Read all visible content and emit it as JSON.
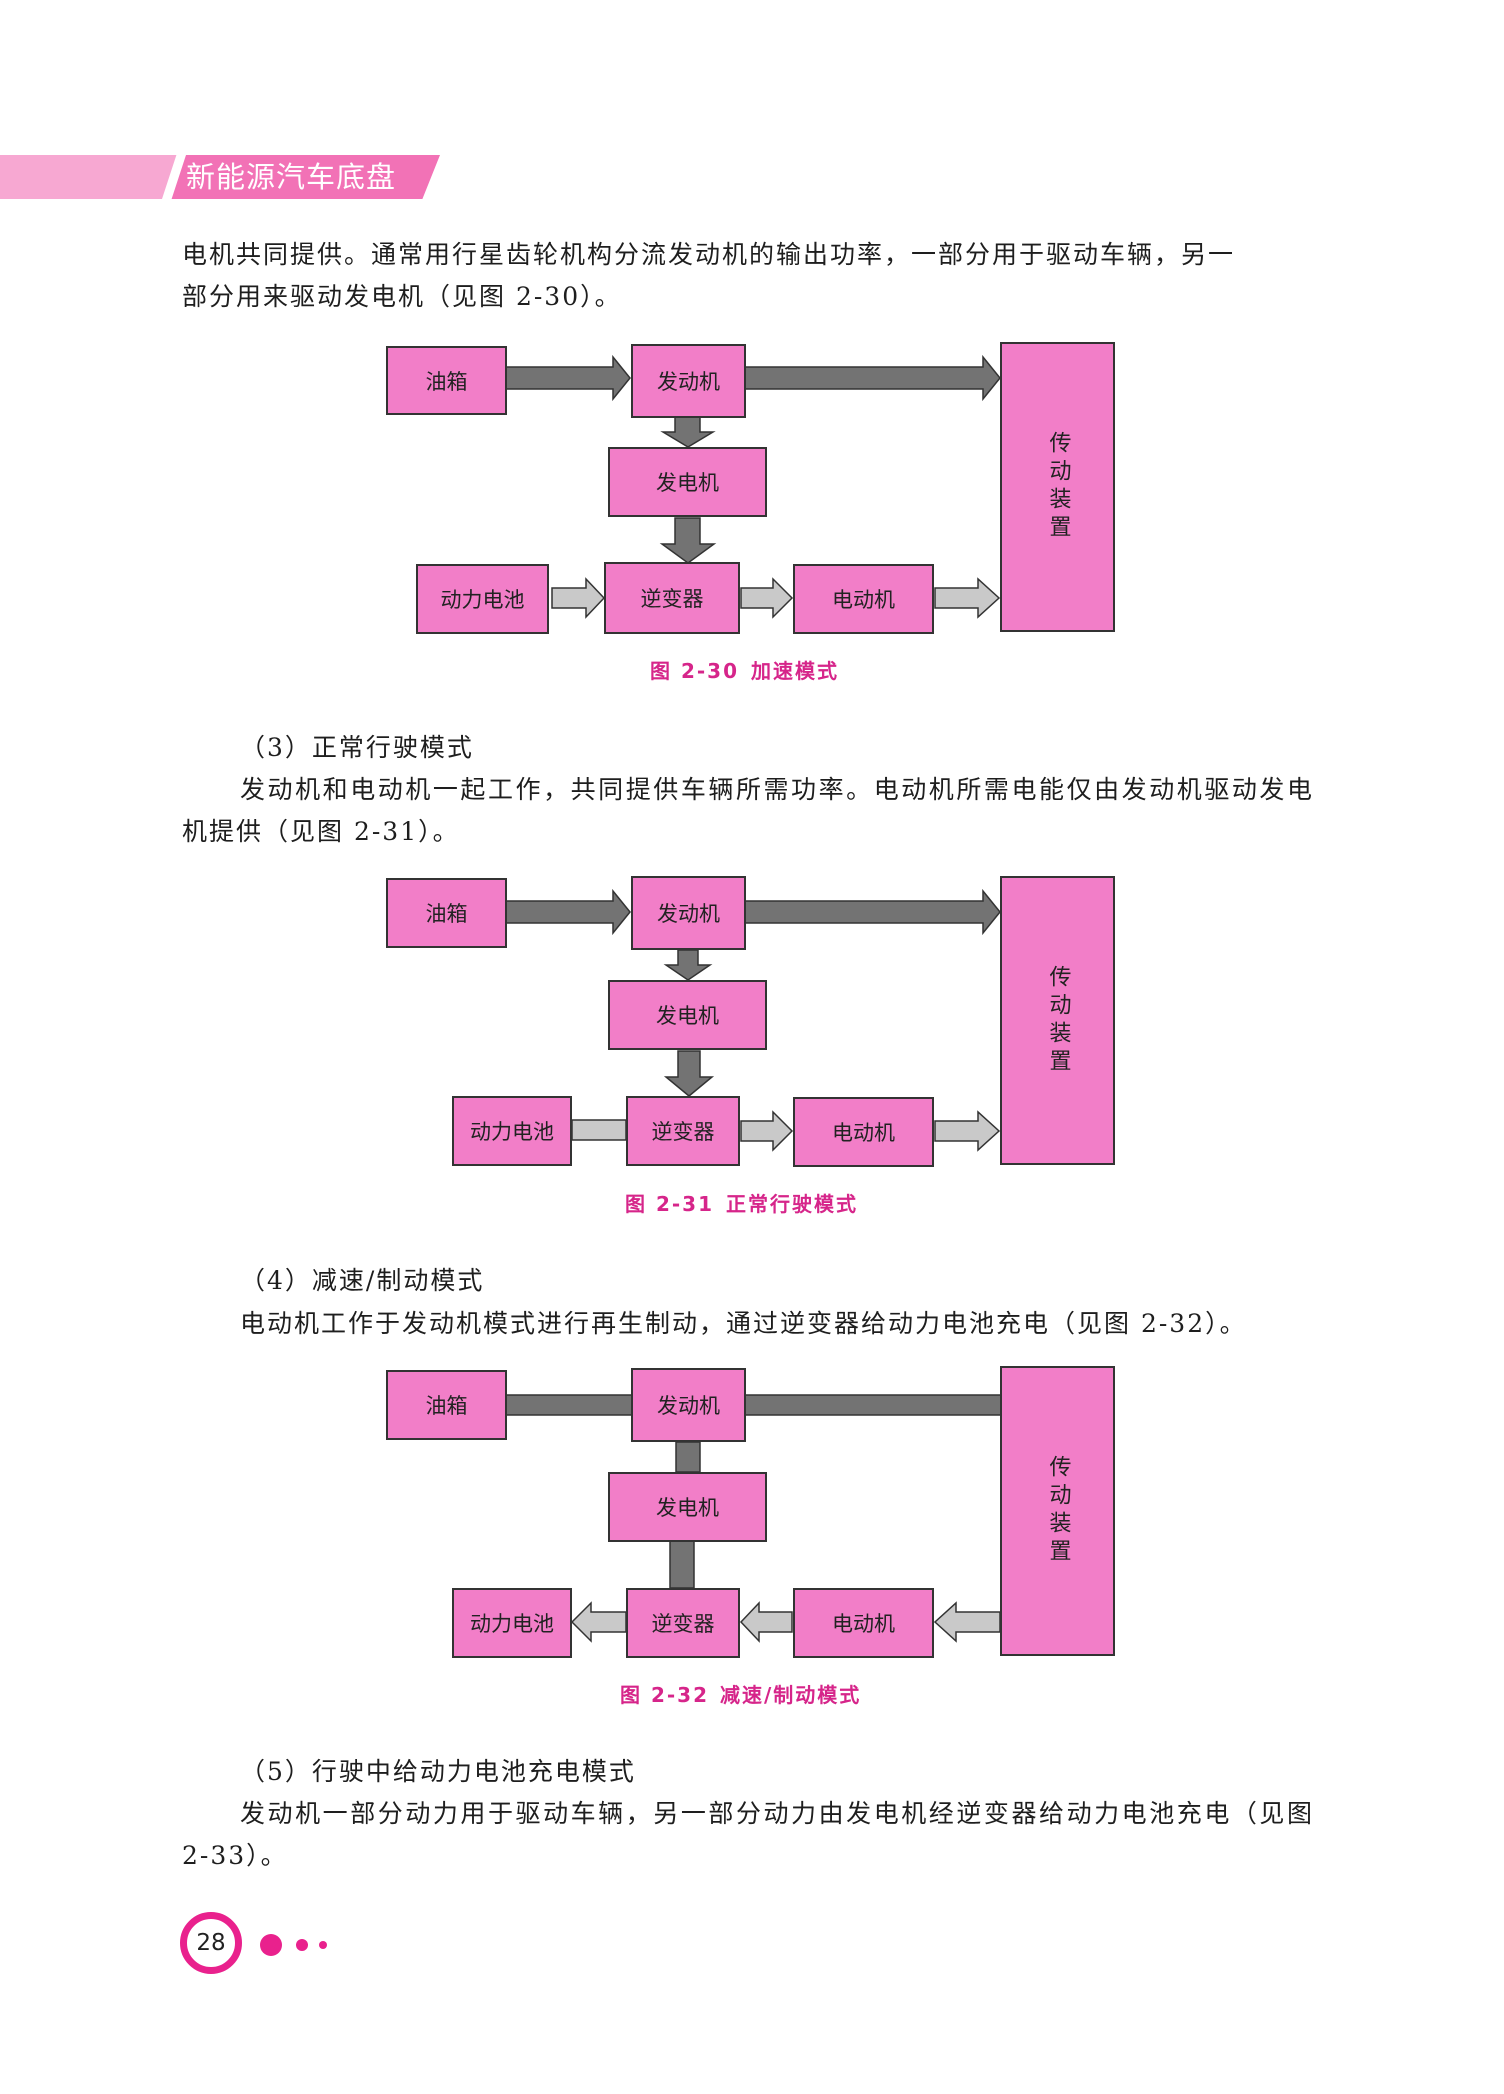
{
  "header": {
    "title": "新能源汽车底盘"
  },
  "paragraphs": {
    "p1_line1": "电机共同提供。通常用行星齿轮机构分流发动机的输出功率，一部分用于驱动车辆，另一",
    "p1_line2": "部分用来驱动发电机（见图 2-30）。",
    "h3": "（3）正常行驶模式",
    "p3": "发动机和电动机一起工作，共同提供车辆所需功率。电动机所需电能仅由发动机驱动发电机提供（见图 2-31）。",
    "h4": "（4）减速/制动模式",
    "p4": "电动机工作于发动机模式进行再生制动，通过逆变器给动力电池充电（见图 2-32）。",
    "h5": "（5）行驶中给动力电池充电模式",
    "p5": "发动机一部分动力用于驱动车辆，另一部分动力由发电机经逆变器给动力电池充电（见图 2-33）。"
  },
  "labels": {
    "fuel_tank": "油箱",
    "engine": "发动机",
    "generator": "发电机",
    "battery": "动力电池",
    "inverter": "逆变器",
    "motor": "电动机",
    "transmission": "传动装置"
  },
  "figures": {
    "fig30": {
      "number": "图 2-30",
      "title": "加速模式"
    },
    "fig31": {
      "number": "图 2-31",
      "title": "正常行驶模式"
    },
    "fig32": {
      "number": "图 2-32",
      "title": "减速/制动模式"
    }
  },
  "footer": {
    "page_number": "28"
  },
  "colors": {
    "accent": "#e9218d",
    "box_fill": "#f27ec8",
    "dark_arrow": "#737373",
    "light_arrow": "#c9c9c9"
  }
}
